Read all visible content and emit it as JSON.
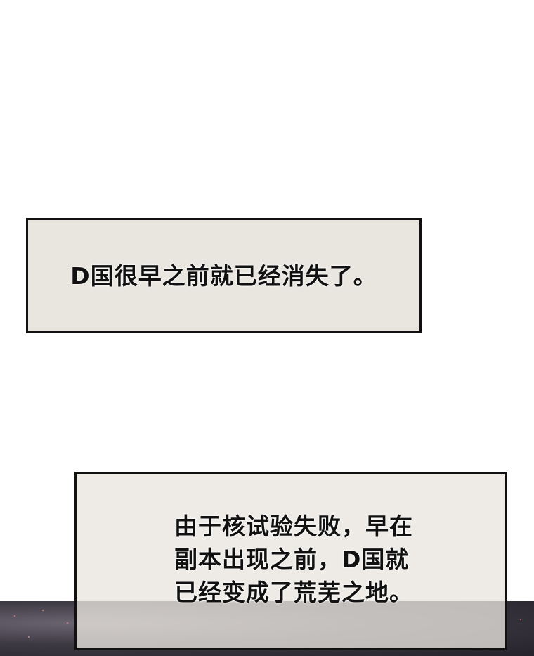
{
  "captions": [
    {
      "lines": [
        "D国很早之前就已经消失了。"
      ]
    },
    {
      "lines": [
        "由于核试验失败，早在",
        "副本出现之前，D国就",
        "已经变成了荒芜之地。"
      ]
    }
  ]
}
